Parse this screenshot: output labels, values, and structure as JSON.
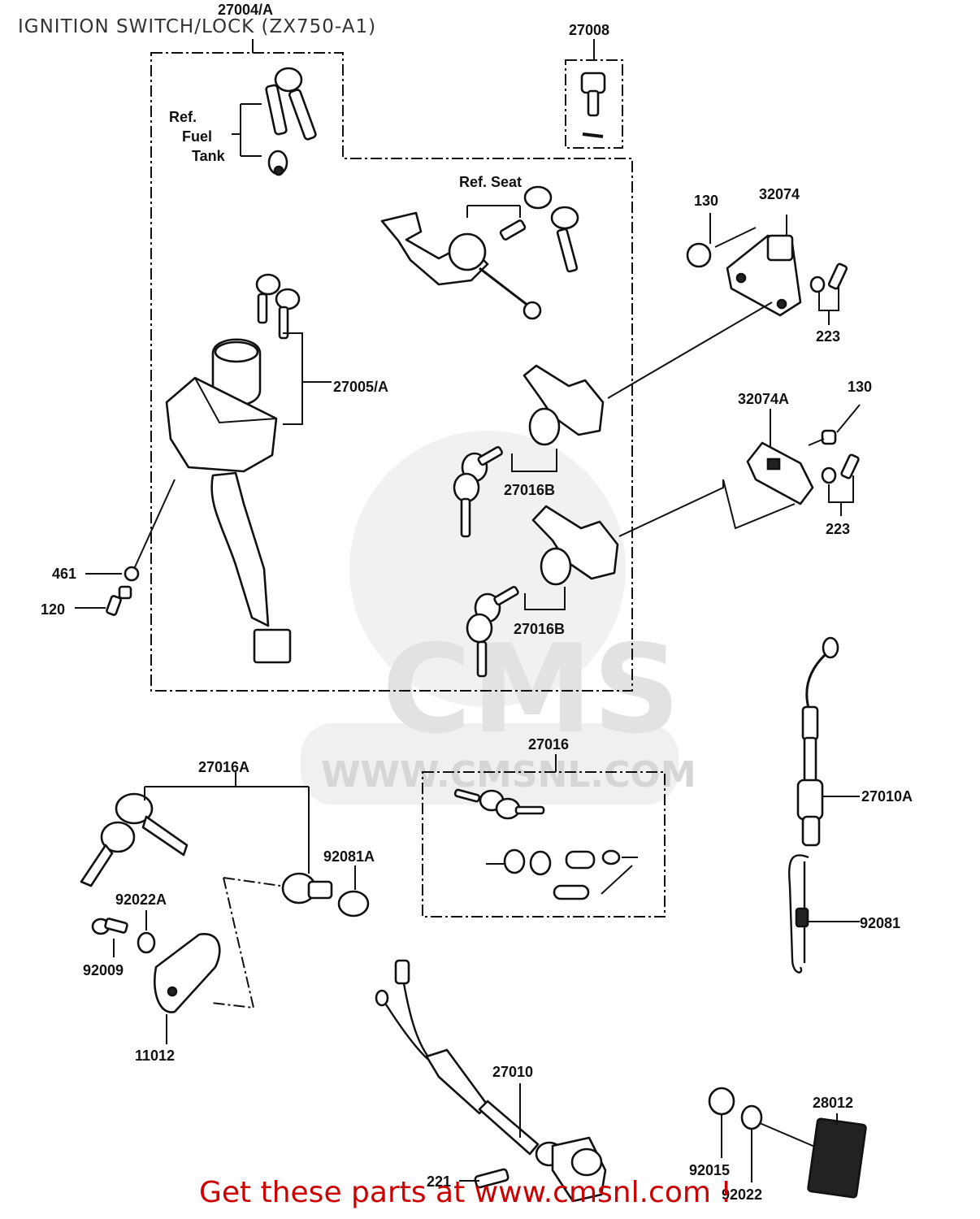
{
  "title": "IGNITION SWITCH/LOCK (ZX750-A1)",
  "watermark": {
    "brand": "CMS",
    "url": "WWW.CMSNL.COM"
  },
  "callouts": {
    "p27004A": "27004/A",
    "p27008": "27008",
    "refFuel": "Ref.",
    "refFuel2": "Fuel",
    "refFuel3": "Tank",
    "refSeat": "Ref. Seat",
    "p130a": "130",
    "p32074": "32074",
    "p223a": "223",
    "p27005A": "27005/A",
    "p32074A": "32074A",
    "p130b": "130",
    "p27016Ba": "27016B",
    "p223b": "223",
    "p461": "461",
    "p120": "120",
    "p27016Bb": "27016B",
    "p27016A": "27016A",
    "p27016": "27016",
    "p27010A": "27010A",
    "p92081A": "92081A",
    "p92022A": "92022A",
    "p92009": "92009",
    "p11012": "11012",
    "p92081": "92081",
    "p27010": "27010",
    "p28012": "28012",
    "p92015": "92015",
    "p92022": "92022",
    "p221": "221"
  },
  "footer": "Get these parts at www.cmsnl.com !"
}
